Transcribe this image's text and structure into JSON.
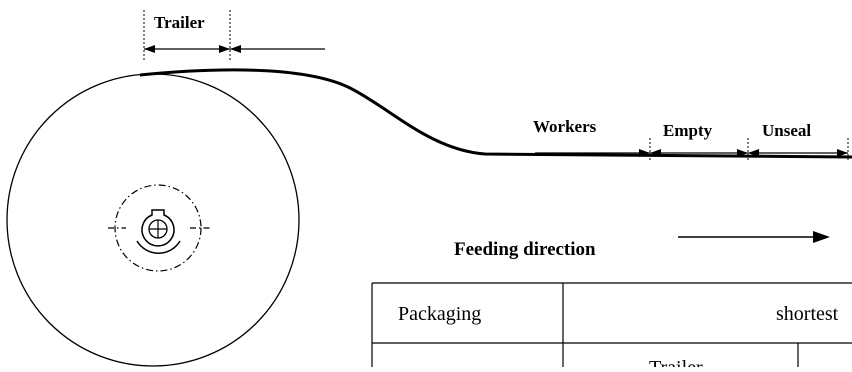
{
  "diagram": {
    "labels": {
      "trailer": "Trailer",
      "workers": "Workers",
      "empty": "Empty",
      "unseal": "Unseal",
      "feeding_direction": "Feeding direction"
    },
    "table": {
      "header_left": "Packaging",
      "header_right": "shortest",
      "row2_middle": "Trailer"
    }
  }
}
